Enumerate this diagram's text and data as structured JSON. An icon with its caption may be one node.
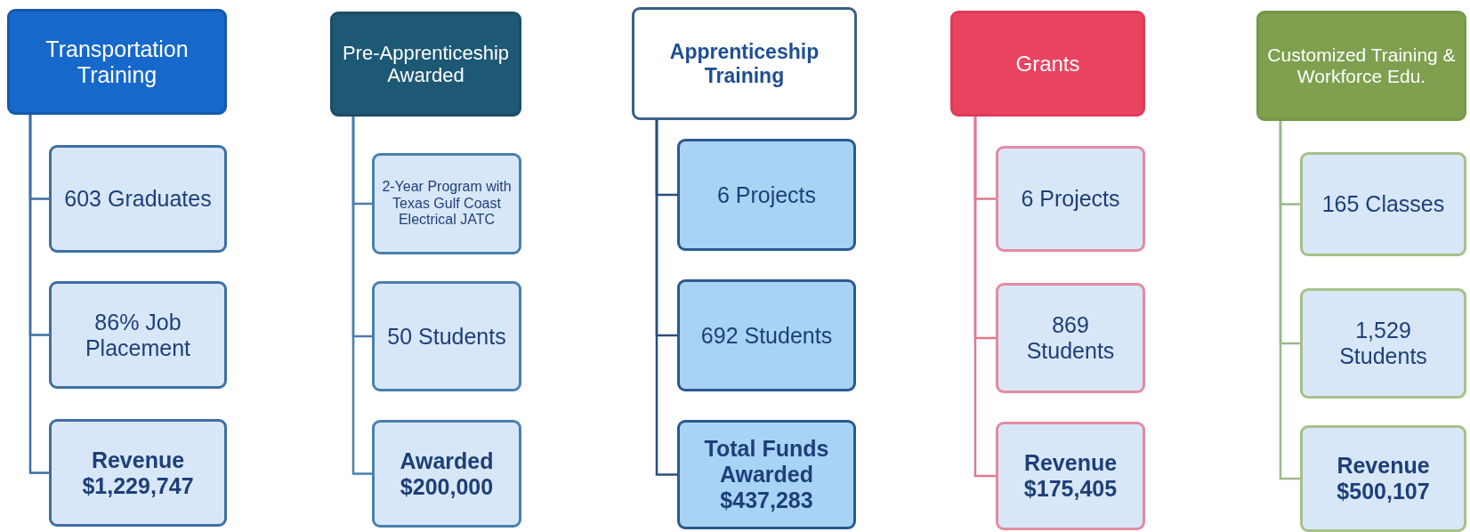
{
  "diagram": {
    "nodes": [
      {
        "text": [
          "Transportation Training"
        ]
      },
      {
        "text": [
          "603 Graduates"
        ]
      },
      {
        "text": [
          "86% Job Placement"
        ]
      },
      {
        "text": [
          "Revenue $1,229,747"
        ]
      },
      {
        "text": [
          "Pre-Apprenticeship Awarded"
        ]
      },
      {
        "text": [
          "2-Year Program with Texas Gulf Coast Electrical JATC"
        ]
      },
      {
        "text": [
          "50 Students"
        ]
      },
      {
        "text": [
          "Awarded $200,000"
        ]
      },
      {
        "text": [
          "Apprenticeship Training"
        ]
      },
      {
        "text": [
          "6 Projects"
        ]
      },
      {
        "text": [
          "692 Students"
        ]
      },
      {
        "text": [
          "Total Funds Awarded $437,283"
        ]
      },
      {
        "text": [
          "Grants"
        ]
      },
      {
        "text": [
          "6 Projects"
        ]
      },
      {
        "text": [
          "869 Students"
        ]
      },
      {
        "text": [
          "Revenue $175,405"
        ]
      },
      {
        "text": [
          "Customized Training & Workforce Edu."
        ]
      },
      {
        "text": [
          "165 Classes"
        ]
      },
      {
        "text": [
          "1,529 Students"
        ]
      },
      {
        "text": [
          "Revenue $500,107"
        ]
      }
    ],
    "edges": [
      {
        "from": 0,
        "to": 1,
        "arrow": "none"
      },
      {
        "from": 0,
        "to": 2,
        "arrow": "none"
      },
      {
        "from": 0,
        "to": 3,
        "arrow": "none"
      },
      {
        "from": 4,
        "to": 5,
        "arrow": "none"
      },
      {
        "from": 4,
        "to": 6,
        "arrow": "none"
      },
      {
        "from": 4,
        "to": 7,
        "arrow": "none"
      },
      {
        "from": 8,
        "to": 9,
        "arrow": "none"
      },
      {
        "from": 8,
        "to": 10,
        "arrow": "none"
      },
      {
        "from": 8,
        "to": 11,
        "arrow": "none"
      },
      {
        "from": 12,
        "to": 13,
        "arrow": "none",
        "color": "#e07890"
      },
      {
        "from": 12,
        "to": 14,
        "arrow": "none",
        "color": "#e07890"
      },
      {
        "from": 12,
        "to": 15,
        "arrow": "none",
        "color": "#e07890"
      },
      {
        "from": 16,
        "to": 17,
        "arrow": "none",
        "color": "#9cb88a"
      },
      {
        "from": 16,
        "to": 18,
        "arrow": "none",
        "color": "#9cb88a"
      },
      {
        "from": 16,
        "to": 19,
        "arrow": "none",
        "color": "#9cb88a"
      }
    ]
  }
}
